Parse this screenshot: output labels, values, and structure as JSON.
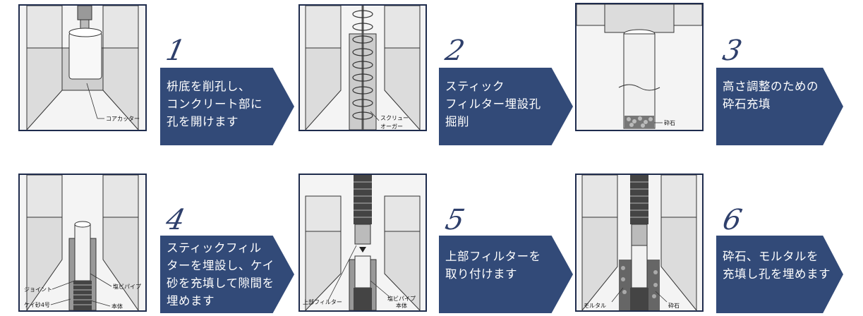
{
  "steps": [
    {
      "number": "1",
      "text": "枡底を削孔し、\nコンクリート部に\n孔を開けます",
      "labels": [
        "コアカッター"
      ]
    },
    {
      "number": "2",
      "text": "スティック\nフィルター埋設孔\n掘削",
      "labels": [
        "スクリュー",
        "オーガー"
      ]
    },
    {
      "number": "3",
      "text": "高さ調整のための\n砕石充填",
      "labels": [
        "砕石"
      ]
    },
    {
      "number": "4",
      "text": "スティックフィル\nターを埋設し、ケイ\n砂を充填して隙間を\n埋めます",
      "labels": [
        "ジョイント",
        "塩ビパイプ",
        "ケイ砂4号",
        "本体"
      ]
    },
    {
      "number": "5",
      "text": "上部フィルターを\n取り付けます",
      "labels": [
        "上部フィルター",
        "塩ビパイプ",
        "本体"
      ]
    },
    {
      "number": "6",
      "text": "砕石、モルタルを\n充填し孔を埋めます",
      "labels": [
        "モルタル",
        "砕石"
      ]
    }
  ],
  "colors": {
    "arrow": "#324a78",
    "border": "#1f2c4d",
    "number": "#2e3f6b"
  }
}
